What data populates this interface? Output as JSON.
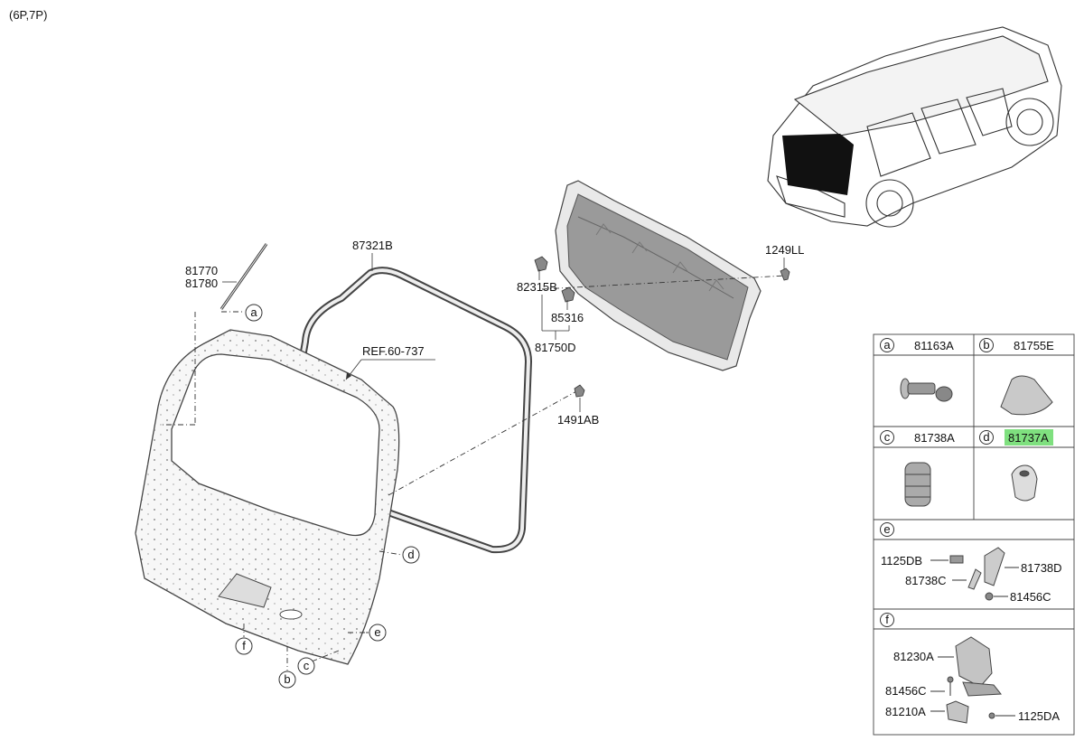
{
  "header": {
    "variant": "(6P,7P)"
  },
  "parts": {
    "gas_lift_1": "81770",
    "gas_lift_2": "81780",
    "weatherstrip": "87321B",
    "ref": "REF.60-737",
    "clip_a": "82315B",
    "clip_b": "85316",
    "trim_panel": "81750D",
    "screw_top": "1249LL",
    "fastener": "1491AB"
  },
  "callouts": {
    "a": "a",
    "b": "b",
    "c": "c",
    "d": "d",
    "e": "e",
    "f": "f"
  },
  "legend": {
    "a": {
      "letter": "a",
      "part": "81163A"
    },
    "b": {
      "letter": "b",
      "part": "81755E"
    },
    "c": {
      "letter": "c",
      "part": "81738A"
    },
    "d": {
      "letter": "d",
      "part": "81737A",
      "highlight": "#7fe07f"
    },
    "e": {
      "letter": "e",
      "bolt": "1125DB",
      "striker": "81738D",
      "bracket": "81738C",
      "nut": "81456C"
    },
    "f": {
      "letter": "f",
      "latch": "81230A",
      "nut": "81456C",
      "striker": "81210A",
      "bolt": "1125DA"
    }
  }
}
